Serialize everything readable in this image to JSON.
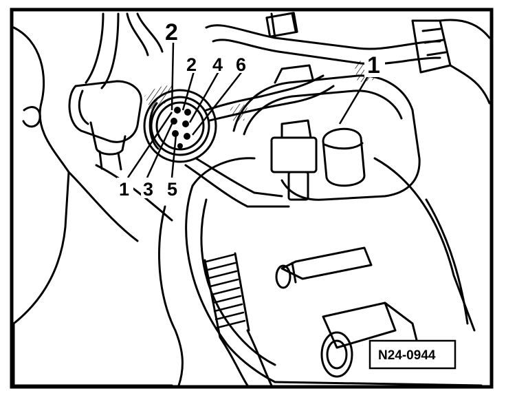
{
  "callouts": {
    "top_connector": "2",
    "pin_2": "2",
    "pin_4": "4",
    "pin_6": "6",
    "pin_1": "1",
    "pin_3": "3",
    "pin_5": "5",
    "component": "1"
  },
  "figure_code": "N24-0944"
}
